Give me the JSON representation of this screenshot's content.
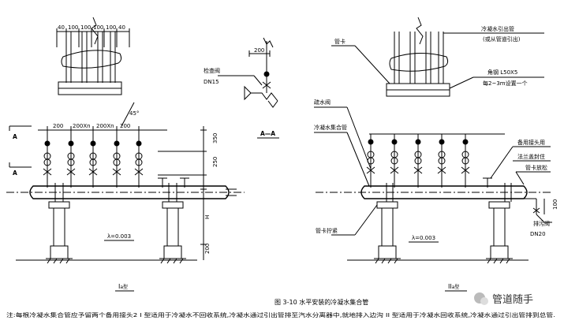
{
  "left_view": {
    "top_dims": [
      "40",
      "100",
      "100",
      "100",
      "100",
      "40"
    ],
    "branch_dims": [
      "200",
      "200Xn",
      "200Xn",
      "200"
    ],
    "angle_label": "45°",
    "section_mark": "A",
    "right_dims": [
      "350",
      "250",
      "H",
      "200"
    ],
    "slope": "λ=0.003",
    "type_label": "I",
    "type_suffix": "a型"
  },
  "section_view": {
    "dim": "200",
    "valve_label": "检查阀",
    "valve_size": "DN15",
    "title": "A—A"
  },
  "right_view": {
    "labels": {
      "outlet_pipe": "冷凝水引出管",
      "outlet_note": "(或从管道引出)",
      "pipe_clamp": "管卡",
      "angle_steel": "角钢 L50X5",
      "angle_note": "每2~3m设置一个",
      "drain_valve": "疏水阀",
      "header": "冷凝水集合管",
      "spare_joint": "备用接头用",
      "flange_cover": "法兰盖封住",
      "clamp_bolt": "管卡放松",
      "clamp_tighten": "管卡拧紧",
      "blowdown": "排污阀",
      "blowdown_size": "DN20"
    },
    "dim_100": "100",
    "slope": "λ=0.003",
    "type_label": "II",
    "type_suffix": "a型"
  },
  "caption": "图 3-10  水平安装的冷凝水集合管",
  "note": "注:每根冷凝水集合管应予留两个备用接头2 I  型适用于冷凝水不回收系统,冷凝水通过引出管排至汽水分离器中,就地排入边沟  II  型适用于冷凝水回收系统,冷凝水通过引出管排到总管.",
  "watermark": "管道随手"
}
